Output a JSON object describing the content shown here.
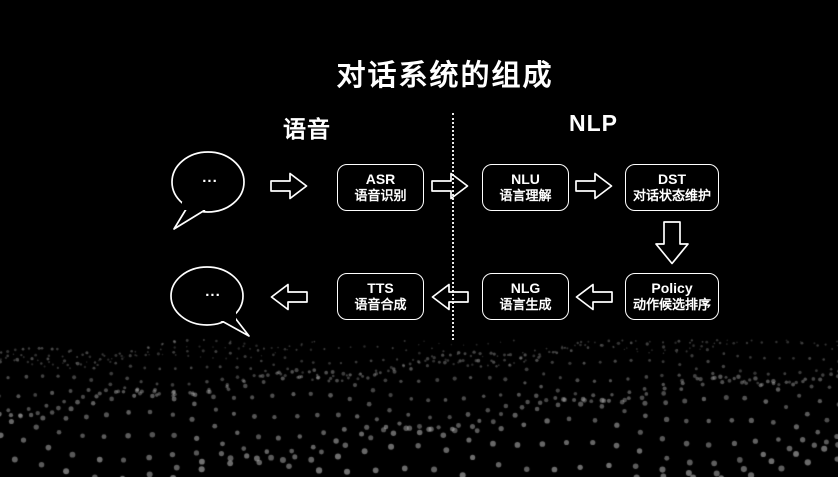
{
  "title": "对话系统的组成",
  "sections": {
    "speech": "语音",
    "nlp": "NLP"
  },
  "bubbles": {
    "input_dots": "...",
    "output_dots": "..."
  },
  "pipeline": {
    "top": [
      {
        "abbr": "ASR",
        "label": "语音识别"
      },
      {
        "abbr": "NLU",
        "label": "语言理解"
      },
      {
        "abbr": "DST",
        "label": "对话状态维护"
      }
    ],
    "bottom": [
      {
        "abbr": "TTS",
        "label": "语音合成"
      },
      {
        "abbr": "NLG",
        "label": "语言生成"
      },
      {
        "abbr": "Policy",
        "label": "动作候选排序"
      }
    ]
  },
  "colors": {
    "background": "#000000",
    "foreground": "#ffffff",
    "particles": "#b4b4b4"
  }
}
